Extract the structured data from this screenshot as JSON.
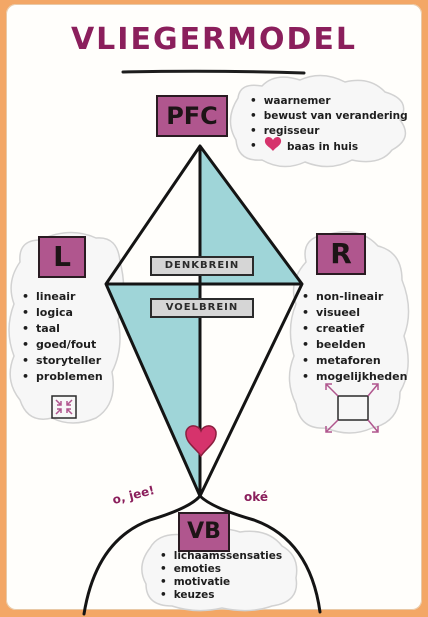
{
  "title": "VLIEGERMODEL",
  "pfc": {
    "label": "PFC",
    "items": [
      "waarnemer",
      "bewust van verandering",
      "regisseur"
    ],
    "heart_item": "baas in huis"
  },
  "left": {
    "label": "L",
    "items": [
      "lineair",
      "logica",
      "taal",
      "goed/fout",
      "storyteller",
      "problemen"
    ],
    "icon": "arrows-inward-icon"
  },
  "right": {
    "label": "R",
    "items": [
      "non-lineair",
      "visueel",
      "creatief",
      "beelden",
      "metaforen",
      "mogelijkheden"
    ],
    "icon": "arrows-outward-icon"
  },
  "kite": {
    "top_label": "DENKBREIN",
    "bottom_label": "VOELBREIN",
    "fill_color": "#9fd5d8"
  },
  "bottom": {
    "left_word": "o, jee!",
    "right_word": "oké",
    "label": "VB",
    "items": [
      "lichaamssensaties",
      "emoties",
      "motivatie",
      "keuzes"
    ]
  },
  "colors": {
    "title": "#8b1f5c",
    "box": "#b0568e",
    "heart": "#d6336c"
  }
}
